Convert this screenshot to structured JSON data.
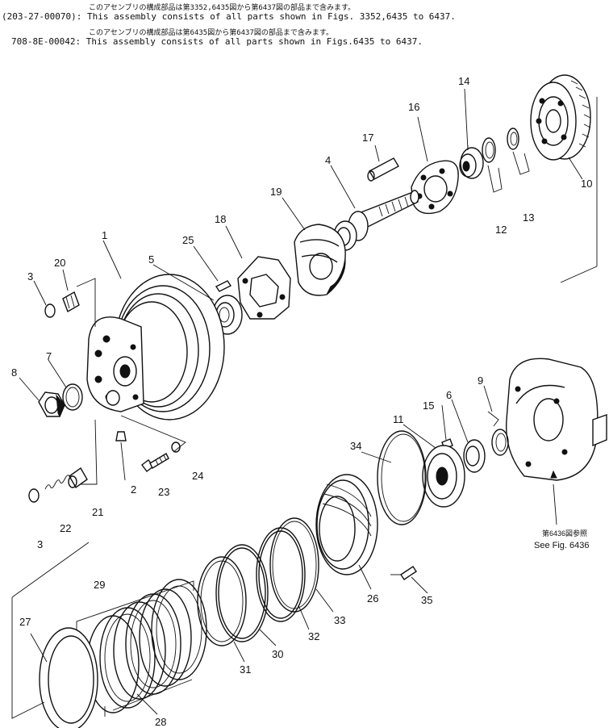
{
  "header": {
    "line1_jp": "このアセンブリの構成部品は第3352,6435図から第6437図の部品まで含みます。",
    "line1_code": "(203-27-00070)",
    "line1_en": ": This assembly consists of all parts shown in Figs. 3352,6435 to 6437.",
    "line2_jp": "このアセンブリの構成部品は第6435図から第6437図の部品まで含みます。",
    "line2_code": "708-8E-00042",
    "line2_en": ": This assembly consists of all parts shown in Figs.6435 to 6437."
  },
  "reference": {
    "jp": "第6436図参照",
    "en": "See Fig. 6436"
  },
  "callouts": {
    "c1": "1",
    "c2": "2",
    "c3a": "3",
    "c3b": "3",
    "c4": "4",
    "c5": "5",
    "c6": "6",
    "c7": "7",
    "c8": "8",
    "c9": "9",
    "c10": "10",
    "c11": "11",
    "c12": "12",
    "c13": "13",
    "c14": "14",
    "c15": "15",
    "c16": "16",
    "c17": "17",
    "c18": "18",
    "c19": "19",
    "c20": "20",
    "c21": "21",
    "c22": "22",
    "c23": "23",
    "c24": "24",
    "c25": "25",
    "c26": "26",
    "c27": "27",
    "c28": "28",
    "c29": "29",
    "c30": "30",
    "c31": "31",
    "c32": "32",
    "c33": "33",
    "c34": "34",
    "c35": "35"
  }
}
